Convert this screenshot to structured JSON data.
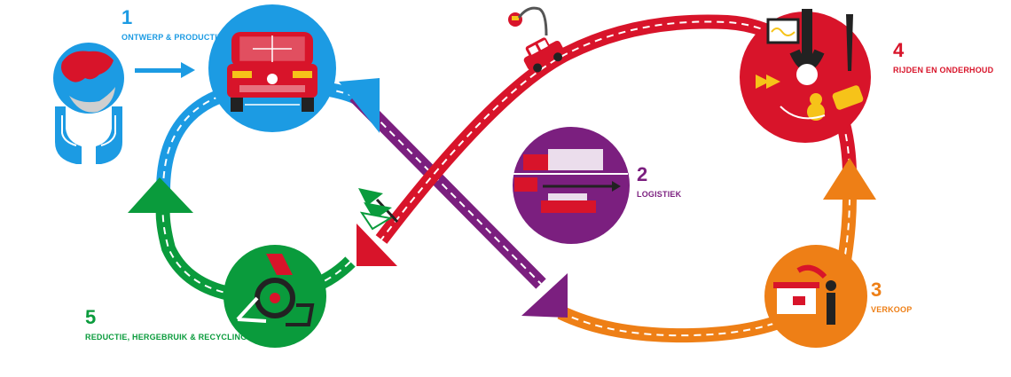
{
  "colors": {
    "blue": "#1c9be3",
    "red": "#d8142a",
    "purple": "#7b1f7f",
    "orange": "#ee7f16",
    "green": "#0a9b3c",
    "yellow": "#f6c319"
  },
  "stages": [
    {
      "num": "1",
      "label": "ONTWERP & PRODUCTIE",
      "color": "#1c9be3"
    },
    {
      "num": "2",
      "label": "LOGISTIEK",
      "color": "#7b1f7f"
    },
    {
      "num": "3",
      "label": "VERKOOP",
      "color": "#ee7f16"
    },
    {
      "num": "4",
      "label": "RIJDEN EN ONDERHOUD",
      "color": "#d8142a"
    },
    {
      "num": "5",
      "label": "REDUCTIE, HERGEBRUIK & RECYCLING",
      "color": "#0a9b3c"
    }
  ]
}
